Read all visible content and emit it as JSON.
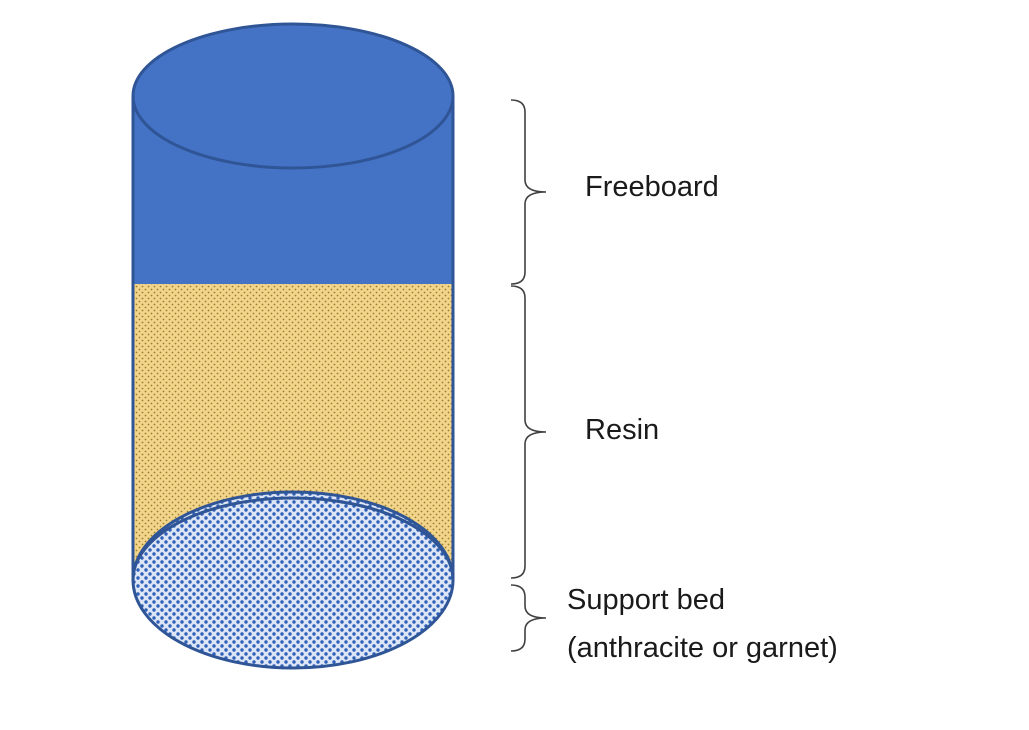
{
  "labels": {
    "freeboard": "Freeboard",
    "resin": "Resin",
    "support_line1": "Support bed",
    "support_line2": "(anthracite or garnet)"
  },
  "colors": {
    "freeboard_fill": "#4472c4",
    "outline": "#2f5597",
    "resin_fill": "#f2d58a",
    "resin_dot": "#9a7d2e",
    "support_base": "#dce6f6",
    "support_dot": "#2f5fb5",
    "bracket": "#404040"
  }
}
